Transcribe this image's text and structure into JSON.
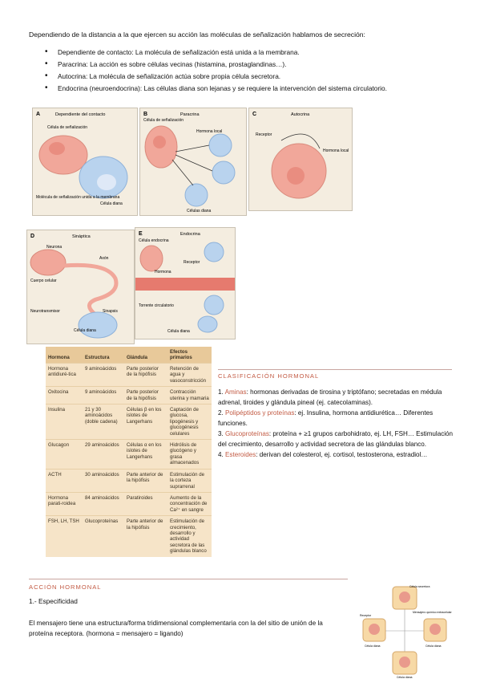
{
  "intro": "Dependiendo de la distancia a la que ejercen su acción las moléculas de señalización hablamos de secreción:",
  "bullets": [
    "Dependiente de contacto: La molécula de señalización está unida a la membrana.",
    "Paracrina: La acción es sobre células vecinas (histamina, prostaglandinas…).",
    "Autocrina: La molécula de señalización actúa sobre propia célula secretora.",
    "Endocrina (neuroendocrina): Las células diana son lejanas y se requiere la intervención del sistema circulatorio."
  ],
  "figure": {
    "panels": {
      "a": {
        "letter": "A",
        "title": "Dependiente del contacto",
        "signal_cell": "Célula de señalización",
        "molecule": "Molécula de señalización unida a la membrana",
        "target": "Célula diana"
      },
      "b": {
        "letter": "B",
        "title": "Paracrina",
        "signal_cell": "Célula de señalización",
        "hormone": "Hormona local",
        "targets": "Células diana"
      },
      "c": {
        "letter": "C",
        "title": "Autocrina",
        "receptor": "Receptor",
        "hormone": "Hormona local"
      },
      "d": {
        "letter": "D",
        "title": "Sináptica",
        "neuron": "Neurona",
        "axon": "Axón",
        "body": "Cuerpo celular",
        "synapse": "Sinapsis",
        "neurotransmitter": "Neurotransmisor",
        "target": "Célula diana"
      },
      "e": {
        "letter": "E",
        "title": "Endocrina",
        "endocrine_cell": "Célula endocrina",
        "receptor": "Receptor",
        "hormone": "Hormona",
        "bloodstream": "Torrente circulatorio",
        "target": "Célula diana"
      }
    }
  },
  "table": {
    "headers": [
      "Hormona",
      "Estructura",
      "Glándula",
      "Efectos primarios"
    ],
    "rows": [
      [
        "Hormona antidiuré-tica",
        "9 aminoácidos",
        "Parte posterior de la hipófisis",
        "Retención de agua y vasoconstricción"
      ],
      [
        "Oxitocina",
        "9 aminoácidos",
        "Parte posterior de la hipófisis",
        "Contracción uterina y mamaria"
      ],
      [
        "Insulina",
        "21 y 30 aminoácidos (doble cadena)",
        "Células β en los islotes de Langerhans",
        "Captación de glucosa, lipogénesis y glucogénesis celulares"
      ],
      [
        "Glucagon",
        "29 aminoácidos",
        "Células α en los islotes de Langerhans",
        "Hidrólisis de glucógeno y grasa almacenados"
      ],
      [
        "ACTH",
        "30 aminoácidos",
        "Parte anterior de la hipófisis",
        "Estimulación de la corteza suprarrenal"
      ],
      [
        "Hormona parati-roidea",
        "84 aminoácidos",
        "Paratiroides",
        "Aumento de la concentración de Ca²⁺ en sangre"
      ],
      [
        "FSH, LH, TSH",
        "Glucoproteínas",
        "Parte anterior de la hipófisis",
        "Estimulación de crecimiento, desarrollo y actividad secretora de las glándulas blanco"
      ]
    ]
  },
  "clasificacion": {
    "heading": "CLASIFICACIÓN HORMONAL",
    "items": [
      {
        "num": "1.",
        "term": "Aminas",
        "rest": ": hormonas derivadas de tirosina y triptófano; secretadas en médula adrenal, tiroides y glándula pineal (ej. catecolaminas)."
      },
      {
        "num": "2.",
        "term": "Polipéptidos y proteínas",
        "rest": ": ej. Insulina, hormona antidiurética… Diferentes funciones."
      },
      {
        "num": "3.",
        "term": "Glucoproteínas",
        "rest": ": proteína + ≥1 grupos carbohidrato, ej. LH, FSH… Estimulación del crecimiento, desarrollo y actividad secretora de las glándulas blanco."
      },
      {
        "num": "4.",
        "term": "Esteroides",
        "rest": ": derivan del colesterol, ej. cortisol, testosterona, estradiol…"
      }
    ]
  },
  "accion": {
    "heading": "ACCIÓN HORMONAL",
    "sub": "1.- Especificidad",
    "text": "El mensajero tiene una estructura/forma tridimensional complementaria con la del sitio de unión de la proteína receptora. (hormona = mensajero = ligando)"
  },
  "small_figure": {
    "center": "Célula secretora",
    "messenger": "Mensajero químico extracelular",
    "receptor": "Receptor",
    "target": "Célula diana"
  },
  "colors": {
    "accent": "#c25a43",
    "figure_bg": "#f4ede0",
    "table_bg": "#f6e4c8",
    "cell_pink": "#f1a79a",
    "cell_blue": "#b9d3ee"
  }
}
